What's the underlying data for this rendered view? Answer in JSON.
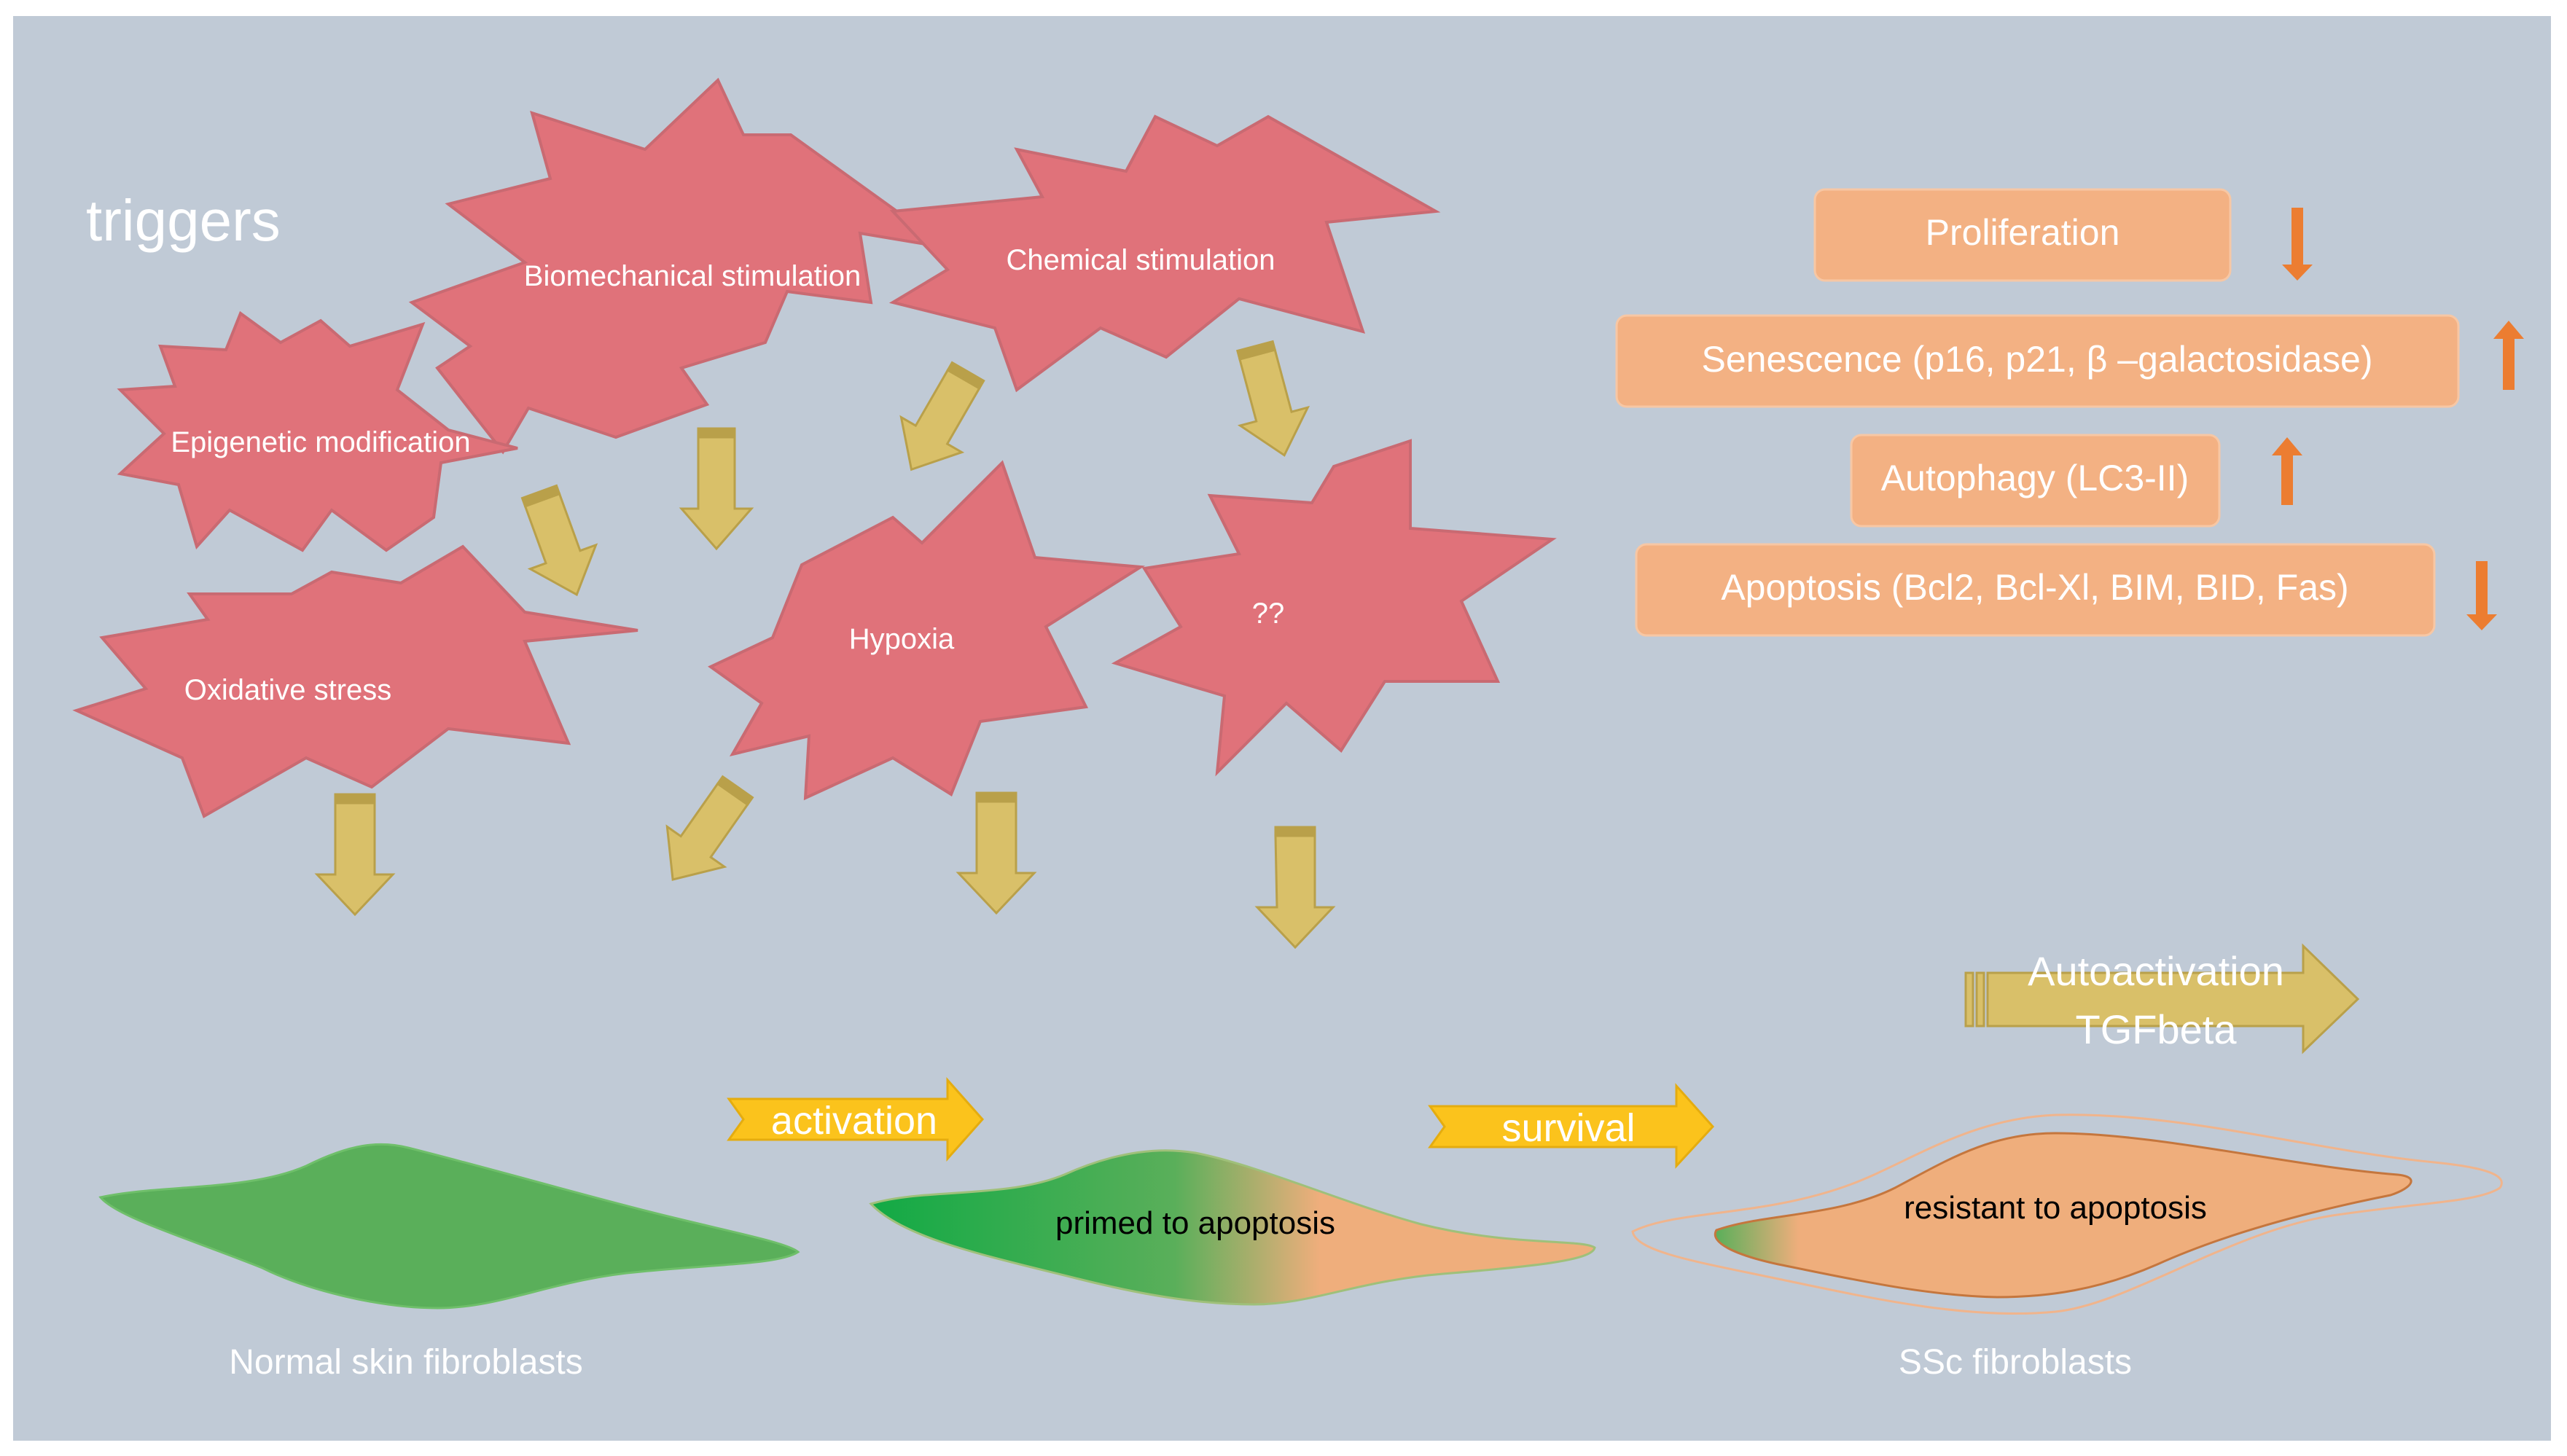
{
  "colors": {
    "background": "#c0cad6",
    "burst_fill": "#e0727a",
    "burst_stroke": "#c96a72",
    "arrow_fill": "#d9c069",
    "arrow_stroke": "#b9a04a",
    "process_box": "#f3b183",
    "indicator_arrow": "#ec7d31",
    "flow_arrow": "#fbc31c",
    "cell_green": "#5aaf5a",
    "cell_green_dark": "#12aa45",
    "cell_orange": "#efae7c",
    "text_light": "#ffffff",
    "text_dark": "#000000"
  },
  "diagram": {
    "title": "triggers",
    "triggers": {
      "biomechanical": "Biomechanical stimulation",
      "chemical": "Chemical stimulation",
      "epigenetic": "Epigenetic modification",
      "oxidative": "Oxidative stress",
      "hypoxia": "Hypoxia",
      "unknown": "??"
    },
    "processes": [
      {
        "label": "Proliferation",
        "direction": "down"
      },
      {
        "label": "Senescence (p16, p21, β –galactosidase)",
        "direction": "up"
      },
      {
        "label": "Autophagy (LC3-II)",
        "direction": "up"
      },
      {
        "label": "Apoptosis (Bcl2, Bcl-Xl, BIM, BID, Fas)",
        "direction": "down"
      }
    ],
    "autoactivation": {
      "line1": "Autoactivation",
      "line2": "TGFbeta"
    },
    "flow": {
      "activation": "activation",
      "survival": "survival"
    },
    "cells": {
      "normal_caption": "Normal skin fibroblasts",
      "primed": "primed to apoptosis",
      "resistant": "resistant to apoptosis",
      "ssc_caption": "SSc fibroblasts"
    }
  }
}
